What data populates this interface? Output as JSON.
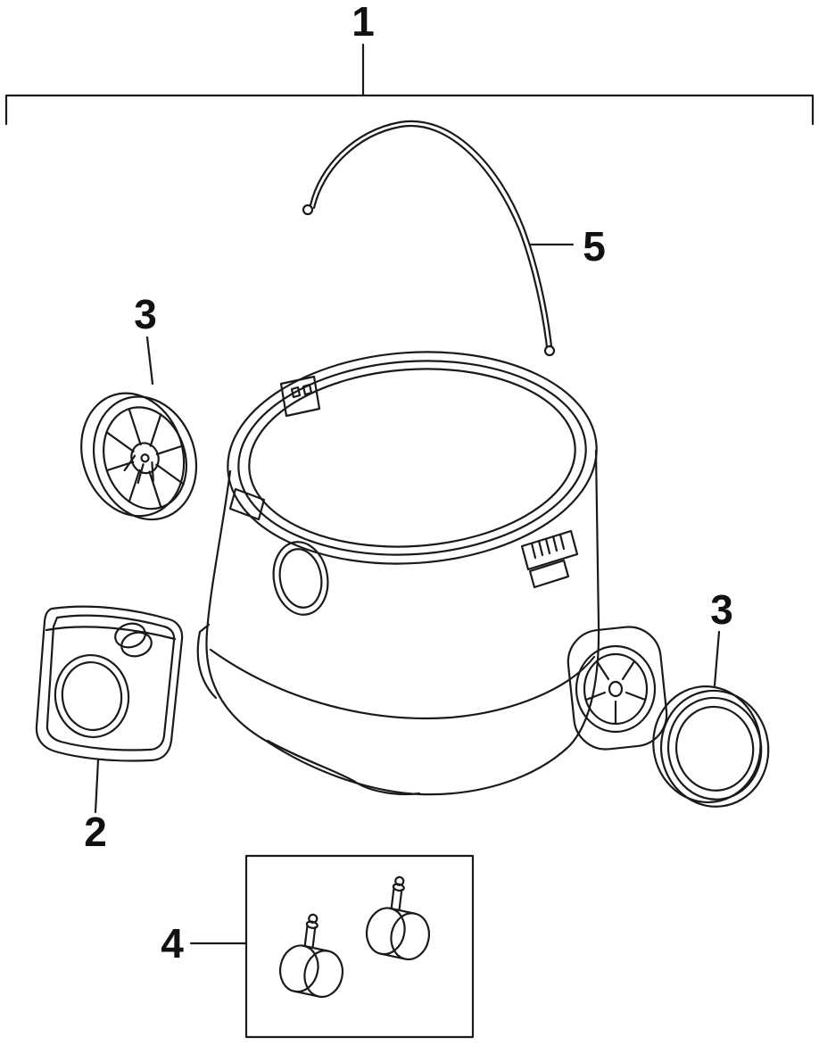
{
  "diagram": {
    "labels": {
      "part1": "1",
      "part2": "2",
      "part3_left": "3",
      "part3_right": "3",
      "part4": "4",
      "part5": "5"
    },
    "line_color": "#1a1a1a",
    "background_color": "#ffffff"
  }
}
